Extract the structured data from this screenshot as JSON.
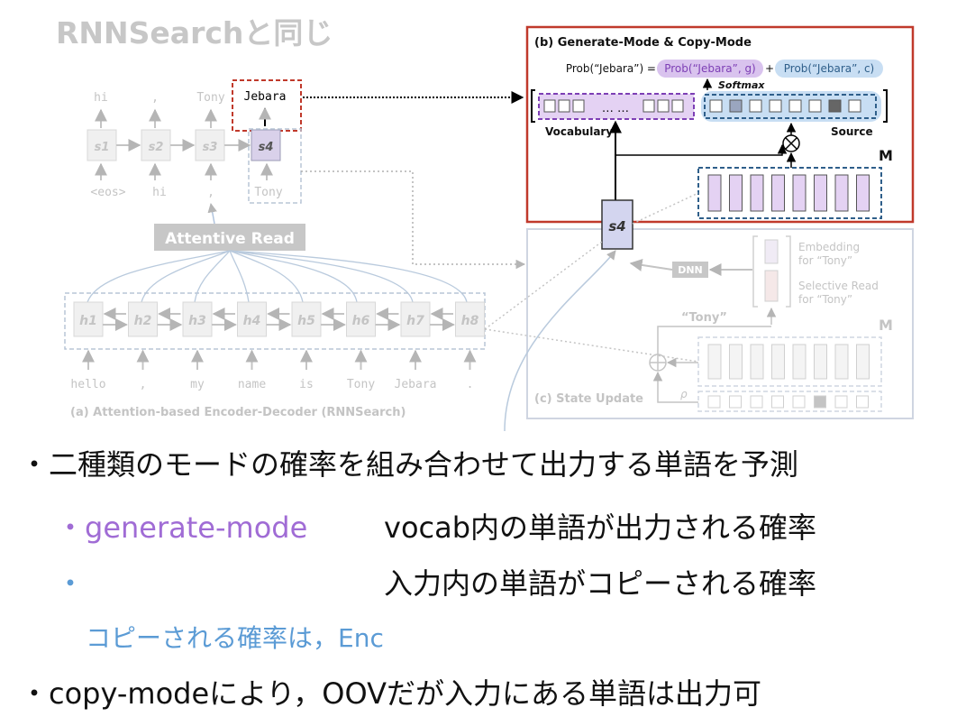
{
  "slide_title": "RNNSearchと同じ",
  "decoder_outputs": [
    "hi",
    ",",
    "Tony",
    "Jebara"
  ],
  "decoder_inputs": [
    "<eos>",
    "hi",
    ",",
    "Tony"
  ],
  "state_s1": "s1",
  "state_s2": "s2",
  "state_s3": "s3",
  "state_s4": "s4",
  "attentive_read": "Attentive Read",
  "encoder_states": [
    "h1",
    "h2",
    "h3",
    "h4",
    "h5",
    "h6",
    "h7",
    "h8"
  ],
  "source_words": [
    "hello",
    ",",
    "my",
    "name",
    "is",
    "Tony",
    "Jebara",
    "."
  ],
  "caption_a": "(a) Attention-based Encoder-Decoder (RNNSearch)",
  "panel_b": {
    "title": "(b) Generate-Mode & Copy-Mode",
    "prob_lhs": "Prob(“Jebara”) = ",
    "prob_g": "Prob(“Jebara”, g)",
    "plus": "+",
    "prob_c": "Prob(“Jebara”, c)",
    "softmax": "Softmax",
    "vocab_dots": "… …",
    "vocabulary": "Vocabulary",
    "source": "Source",
    "memory": "M",
    "state": "s4"
  },
  "panel_c": {
    "title": "(c) State Update",
    "dnn": "DNN",
    "tony_quote": "“Tony”",
    "embedding_1": "Embedding",
    "embedding_2": "for “Tony”",
    "selective_1": "Selective Read",
    "selective_2": "for “Tony”",
    "memory": "M",
    "rho": "ρ"
  },
  "bullets": {
    "b1": "・二種類のモードの確率を組み合わせて出力する単語を予測",
    "b2_dot": "・",
    "b2_mode": "generate-mode",
    "b2_desc": "vocab内の単語が出力される確率",
    "b3_dot": "・",
    "b3_desc": "入力内の単語がコピーされる確率",
    "b4": "コピーされる確率は，Enc",
    "b5": "・copy-modeにより，OOVだが入力にある単語は出力可"
  },
  "colors": {
    "generate": "#a06cd5",
    "copy": "#5b9bd5",
    "panel_b_border": "#c0392b",
    "faded": "#c7c7c7"
  }
}
